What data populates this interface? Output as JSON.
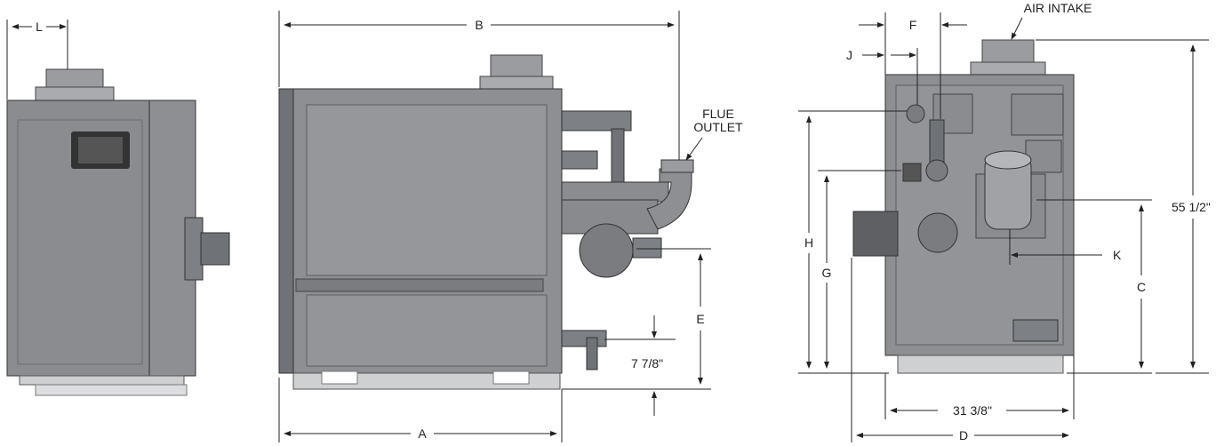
{
  "labels": {
    "air_intake": "AIR INTAKE",
    "flue_outlet_line1": "FLUE",
    "flue_outlet_line2": "OUTLET"
  },
  "dimensions": {
    "A": "A",
    "B": "B",
    "C": "C",
    "D": "D",
    "E": "E",
    "F": "F",
    "G": "G",
    "H": "H",
    "J": "J",
    "K": "K",
    "L": "L",
    "overall_height": "55 1/2\"",
    "base_width": "31 3/8\"",
    "inlet_height": "7 7/8\""
  },
  "colors": {
    "cabinet": "#8d8f93",
    "cabinet_dark": "#6f7276",
    "panel": "#9a9ca0",
    "pipe": "#7d8084",
    "base": "#cfd0d2",
    "line": "#222222"
  }
}
